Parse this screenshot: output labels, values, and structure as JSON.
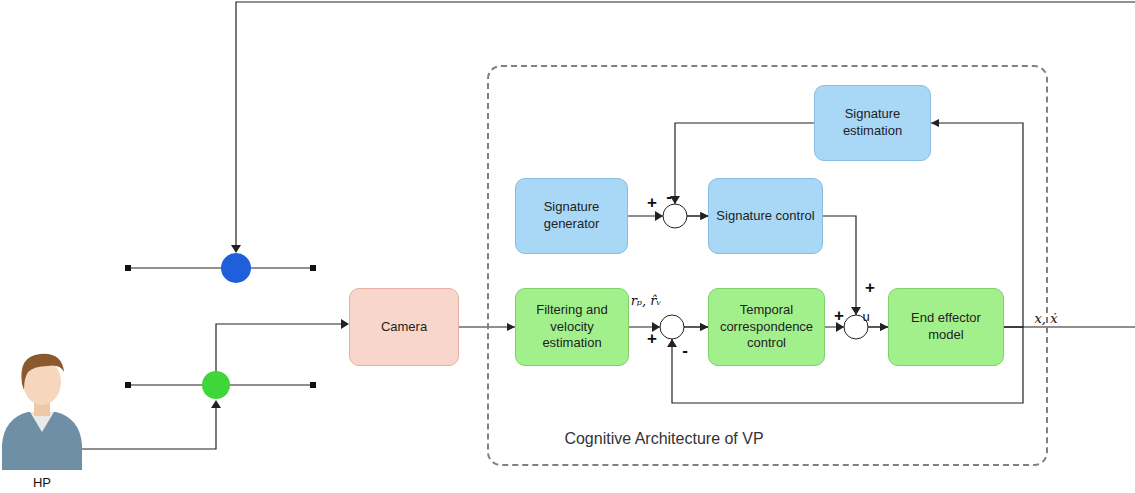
{
  "diagram": {
    "nodes": [
      {
        "text": [
          "Camera"
        ]
      },
      {
        "text": [
          "Cognitive Architecture of VP"
        ]
      },
      {
        "text": [
          "Signature estimation"
        ],
        "in": 1
      },
      {
        "text": [
          "Signature generator"
        ],
        "in": 1
      },
      {
        "text": [
          "Signature control"
        ],
        "in": 1
      },
      {
        "text": [
          "Filtering and velocity estimation"
        ],
        "in": 1
      },
      {
        "text": [
          "Temporal correspondence control"
        ],
        "in": 1
      },
      {
        "text": [
          "End effector model"
        ],
        "in": 1
      }
    ],
    "edges": [
      {
        "from": 0,
        "to": 5,
        "arrow": "to"
      },
      {
        "from": 5,
        "to": 6,
        "arrow": "to"
      },
      {
        "from": 6,
        "to": 7,
        "arrow": "to"
      },
      {
        "from": 3,
        "to": 4,
        "arrow": "to"
      },
      {
        "from": 2,
        "to": 4,
        "arrow": "to"
      },
      {
        "from": 4,
        "to": 7,
        "arrow": "to"
      },
      {
        "from": 7,
        "to": 6,
        "arrow": "to"
      },
      {
        "from": 7,
        "to": 2,
        "arrow": "to"
      }
    ],
    "labels": [
      "-",
      "+",
      "+",
      "rₚ, r̂ᵥ",
      "+",
      "u",
      "x, ẋ",
      "+",
      "-",
      "HP"
    ]
  }
}
